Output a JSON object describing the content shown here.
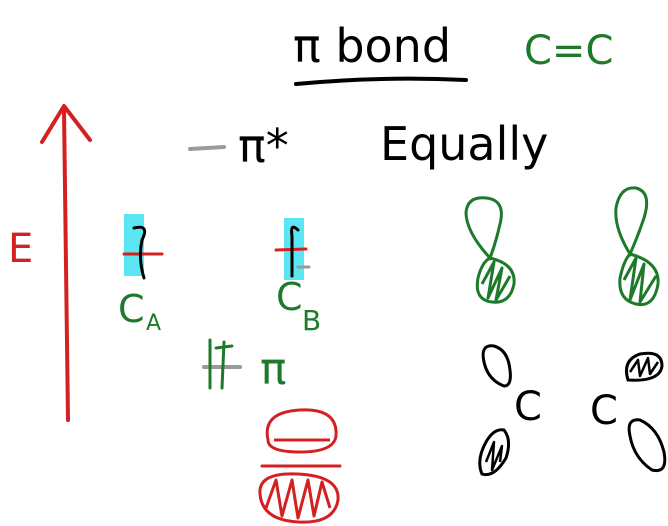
{
  "title": "π bond",
  "formula": "C=C",
  "note": "Equally",
  "energy_label": "E",
  "pi_star_label": "π*",
  "atom_a_label": "C",
  "atom_a_sub": "A",
  "atom_b_label": "C",
  "atom_b_sub": "B",
  "pi_label": "π",
  "carbon_left": "C",
  "carbon_right": "C",
  "colors": {
    "black": "#000000",
    "green": "#1d7a2a",
    "red": "#d42020",
    "gray": "#9a9a9a",
    "cyan": "#3fe0f0"
  }
}
